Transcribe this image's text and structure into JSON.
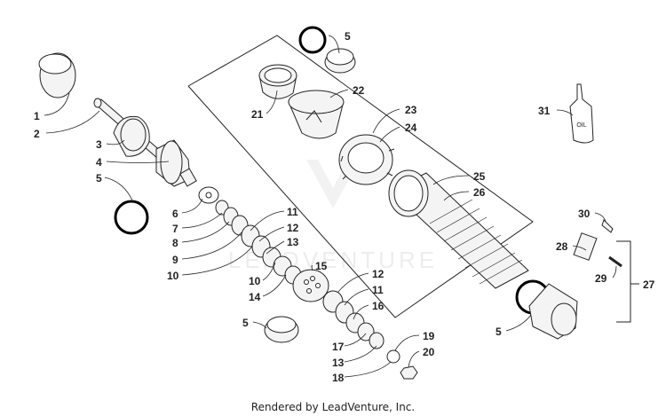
{
  "watermark": "LEADVENTURE",
  "footer": "Rendered by LeadVenture, Inc.",
  "oil_bottle_text": "OIL",
  "callouts": {
    "c1": "1",
    "c2": "2",
    "c3": "3",
    "c4": "4",
    "c5a": "5",
    "c6": "6",
    "c7": "7",
    "c8": "8",
    "c9": "9",
    "c10a": "10",
    "c11a": "11",
    "c12a": "12",
    "c13a": "13",
    "c10b": "10",
    "c14": "14",
    "c15": "15",
    "c12b": "12",
    "c11b": "11",
    "c16": "16",
    "c5b": "5",
    "c17": "17",
    "c13b": "13",
    "c18": "18",
    "c19": "19",
    "c20": "20",
    "c5c": "5",
    "c21": "21",
    "c22": "22",
    "c23": "23",
    "c24": "24",
    "c25": "25",
    "c26": "26",
    "c31": "31",
    "c30": "30",
    "c28": "28",
    "c29": "29",
    "c27": "27",
    "c5d": "5"
  },
  "colors": {
    "line": "#222222",
    "part_fill": "#f4f4f4",
    "oring": "#000000",
    "watermark": "#dddddd"
  }
}
